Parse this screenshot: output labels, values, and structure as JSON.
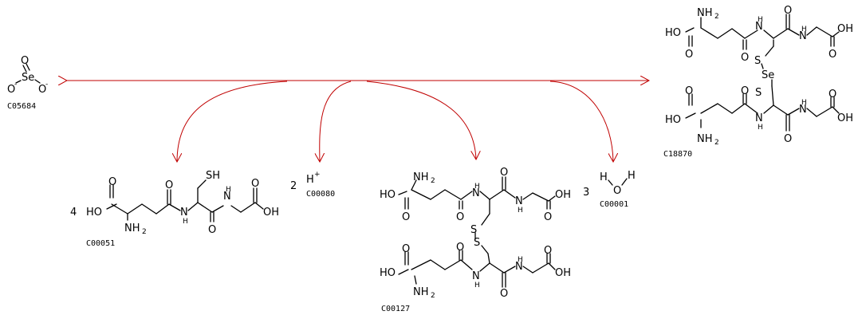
{
  "reaction_color": "#c00000",
  "compounds": {
    "selenite": {
      "id": "C05684",
      "atoms": {
        "se": "Se",
        "o_top": "O",
        "o_left": "O",
        "o_right": "O",
        "minus": "-"
      }
    },
    "selenodiglutathione": {
      "id": "C18870",
      "atoms": {
        "nh2": "NH",
        "two": "2",
        "ho": "HO",
        "o": "O",
        "n": "N",
        "h": "H",
        "oh": "OH",
        "s": "S",
        "se": "Se"
      }
    },
    "glutathione": {
      "id": "C00051",
      "coefficient": "4",
      "atoms": {
        "ho": "HO",
        "o": "O",
        "nh2": "NH",
        "two": "2",
        "sh": "SH",
        "n": "N",
        "h": "H",
        "oh": "OH"
      }
    },
    "proton": {
      "id": "C00080",
      "coefficient": "2",
      "atoms": {
        "h": "H",
        "plus": "+"
      }
    },
    "glutathione_disulfide": {
      "id": "C00127",
      "atoms": {
        "nh2": "NH",
        "two": "2",
        "ho": "HO",
        "o": "O",
        "n": "N",
        "h": "H",
        "oh": "OH",
        "s": "S"
      }
    },
    "water": {
      "id": "C00001",
      "coefficient": "3",
      "atoms": {
        "h": "H",
        "o": "O"
      }
    }
  }
}
